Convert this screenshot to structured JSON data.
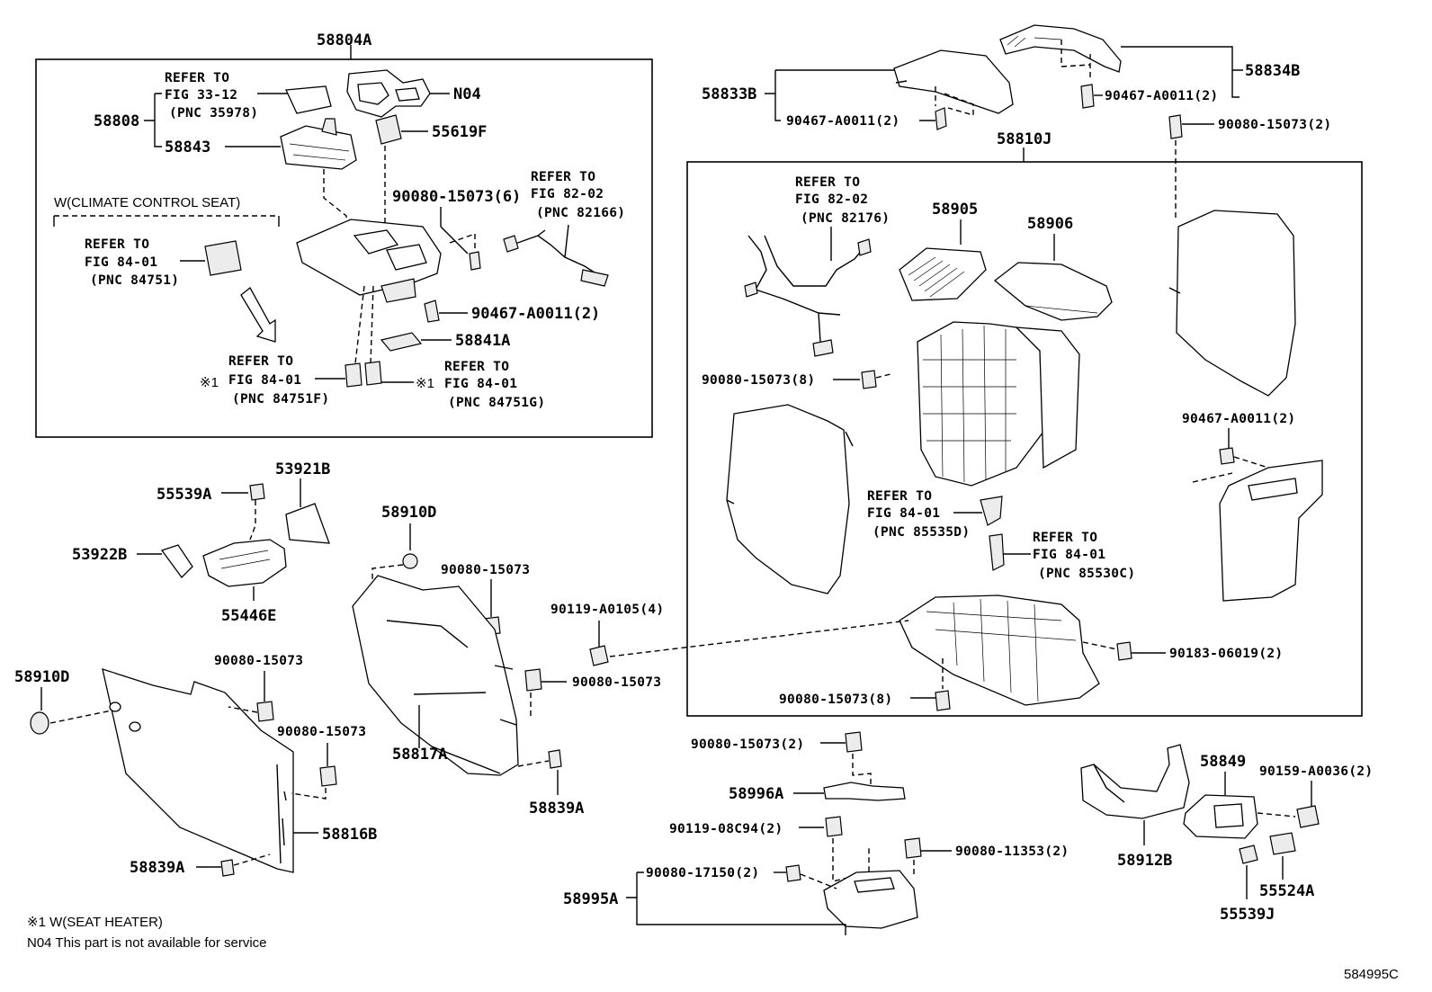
{
  "diagram": {
    "id": "584995C",
    "groups": {
      "g58804A": "58804A",
      "g58810J": "58810J"
    },
    "subgroup_label": "W(CLIMATE CONTROL SEAT)",
    "parts": {
      "p58808": "58808",
      "p58843": "58843",
      "pN04": "N04",
      "p55619F": "55619F",
      "p90080_15073_6": "90080-15073(6)",
      "p90467_a0011_2_a": "90467-A0011(2)",
      "p58841A": "58841A",
      "p58833B": "58833B",
      "p90467_a0011_2_b": "90467-A0011(2)",
      "p90467_a0011_2_c": "90467-A0011(2)",
      "p58834B": "58834B",
      "p90080_15073_2_a": "90080-15073(2)",
      "p58905": "58905",
      "p58906": "58906",
      "p90080_15073_8_a": "90080-15073(8)",
      "p90467_a0011_2_d": "90467-A0011(2)",
      "p53921B": "53921B",
      "p55539A": "55539A",
      "p53922B": "53922B",
      "p55446E": "55446E",
      "p58910D_a": "58910D",
      "p90080_15073_a": "90080-15073",
      "p90119_a0105_4": "90119-A0105(4)",
      "p90080_15073_b": "90080-15073",
      "p90183_06019_2": "90183-06019(2)",
      "p58910D_b": "58910D",
      "p90080_15073_c": "90080-15073",
      "p90080_15073_d": "90080-15073",
      "p58817A": "58817A",
      "p90080_15073_8_b": "90080-15073(8)",
      "p58839A_a": "58839A",
      "p58816B": "58816B",
      "p58839A_b": "58839A",
      "p90080_15073_2_b": "90080-15073(2)",
      "p58996A": "58996A",
      "p90119_08c94_2": "90119-08C94(2)",
      "p90080_11353_2": "90080-11353(2)",
      "p90080_17150_2": "90080-17150(2)",
      "p58995A": "58995A",
      "p58849": "58849",
      "p90159_a0036_2": "90159-A0036(2)",
      "p58912B": "58912B",
      "p55524A": "55524A",
      "p55539J": "55539J"
    },
    "references": {
      "r1": {
        "l1": "REFER TO",
        "l2": "FIG 33-12",
        "l3": "(PNC 35978)"
      },
      "r2": {
        "l1": "REFER TO",
        "l2": "FIG 82-02",
        "l3": "(PNC 82166)"
      },
      "r3": {
        "l1": "REFER TO",
        "l2": "FIG 84-01",
        "l3": "(PNC 84751)"
      },
      "r4": {
        "l1": "REFER TO",
        "l2": "FIG 84-01",
        "l3": "(PNC 84751F)",
        "mark": "※1"
      },
      "r5": {
        "l1": "REFER TO",
        "l2": "FIG 84-01",
        "l3": "(PNC 84751G)",
        "mark": "※1"
      },
      "r6": {
        "l1": "REFER TO",
        "l2": "FIG 82-02",
        "l3": "(PNC 82176)"
      },
      "r7": {
        "l1": "REFER TO",
        "l2": "FIG 84-01",
        "l3": "(PNC 85535D)"
      },
      "r8": {
        "l1": "REFER TO",
        "l2": "FIG 84-01",
        "l3": "(PNC 85530C)"
      }
    },
    "notes": {
      "n1": "※1 W(SEAT HEATER)",
      "n2": "N04  This part is not available for service"
    }
  }
}
